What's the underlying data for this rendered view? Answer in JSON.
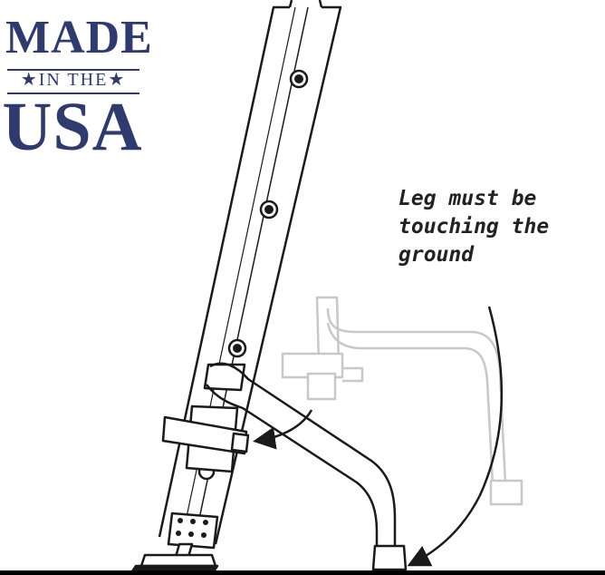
{
  "badge": {
    "line1": "MADE",
    "line2": "IN THE",
    "line3": "USA",
    "star_left": "★",
    "star_right": "★",
    "color": "#2f3a6e"
  },
  "callout": {
    "line1": "Leg must be",
    "line2": "touching the",
    "line3": "ground"
  },
  "colors": {
    "outline": "#1a1a1a",
    "ghost": "#c8c8c8",
    "ground": "#000000"
  }
}
